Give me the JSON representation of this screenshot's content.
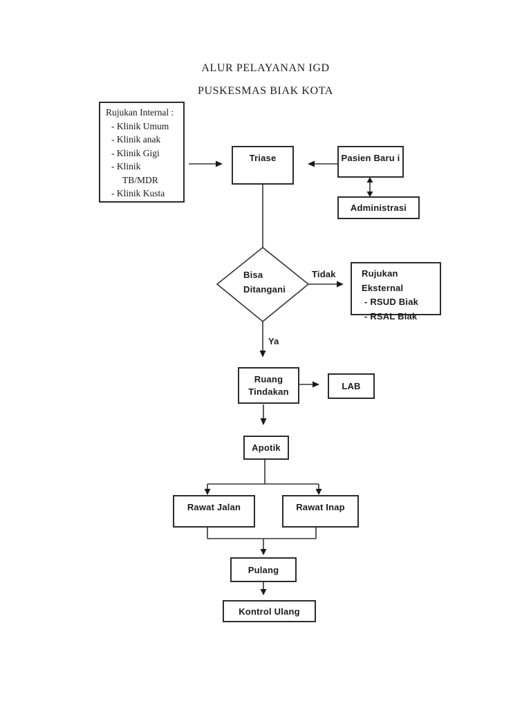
{
  "page": {
    "title_line1": "ALUR PELAYANAN IGD",
    "title_line2": "PUSKESMAS BIAK KOTA"
  },
  "flowchart": {
    "rujukan_internal": {
      "lines": [
        "Rujukan Internal :",
        "- Klinik Umum",
        "- Klinik anak",
        "- Klinik Gigi",
        "- Klinik",
        "TB/MDR",
        "- Klinik Kusta"
      ]
    },
    "triase": "Triase",
    "pasien_baru": "Pasien Baru i",
    "administrasi": "Administrasi",
    "decision": {
      "line1": "Bisa",
      "line2": "Ditangani"
    },
    "label_tidak": "Tidak",
    "label_ya": "Ya",
    "rujukan_eksternal": {
      "lines": [
        "Rujukan Eksternal",
        "- RSUD Biak",
        "- RSAL Biak"
      ]
    },
    "ruang_tindakan": {
      "line1": "Ruang",
      "line2": "Tindakan"
    },
    "lab": "LAB",
    "apotik": "Apotik",
    "rawat_jalan": "Rawat Jalan",
    "rawat_inap": "Rawat Inap",
    "pulang": "Pulang",
    "kontrol_ulang": "Kontrol Ulang"
  },
  "colors": {
    "line": "#333333",
    "border": "#2b2b2b",
    "text": "#1a1a1a",
    "background": "#ffffff"
  }
}
